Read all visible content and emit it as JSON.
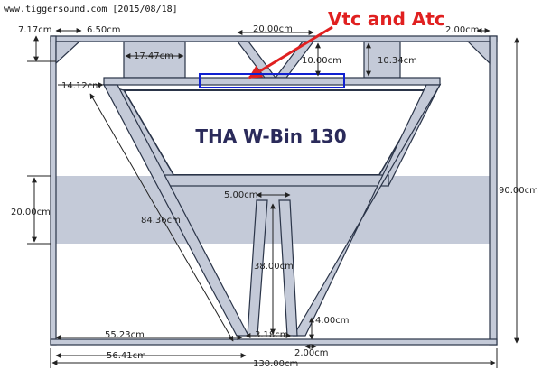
{
  "watermark": "www.tiggersound.com [2015/08/18]",
  "title": "THA W-Bin 130",
  "callout": "Vtc and Atc",
  "colors": {
    "panel": "#c4cad8",
    "panel_stroke": "#2a3448",
    "band": "#c4cad8",
    "callout": "#e02020",
    "highlight": "#1020d0"
  },
  "dims": {
    "top_left_height": "7.17cm",
    "top_left_width": "6.50cm",
    "block_width": "17.47cm",
    "top_center_width": "20.00cm",
    "top_center_height": "10.00cm",
    "block_height": "10.34cm",
    "top_right_gap": "2.00cm",
    "shelf_left": "14.12cm",
    "band_height": "20.00cm",
    "slot_width": "5.00cm",
    "diagonal": "84.36cm",
    "slot_height": "38.00cm",
    "bottom_left": "55.23cm",
    "bottom_slot": "3.18cm",
    "bottom_height": "4.00cm",
    "bottom_offset": "56.41cm",
    "bottom_gap": "2.00cm",
    "total_width": "130.00cm",
    "total_height": "90.00cm"
  }
}
